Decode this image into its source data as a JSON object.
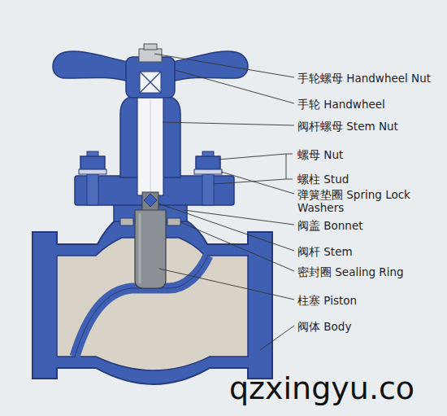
{
  "diagram": {
    "labels": [
      "手轮螺母 Handwheel Nut",
      "手轮 Handwheel",
      "阀杆螺母 Stem Nut",
      "螺母 Nut",
      "螺柱 Stud",
      "弹簧垫圈 Spring Lock Washers",
      "阀盖 Bonnet",
      "阀杆 Stem",
      "密封圈 Sealing Ring",
      "柱塞 Piston",
      "阀体 Body",
      "qzxingyu.co"
    ]
  }
}
